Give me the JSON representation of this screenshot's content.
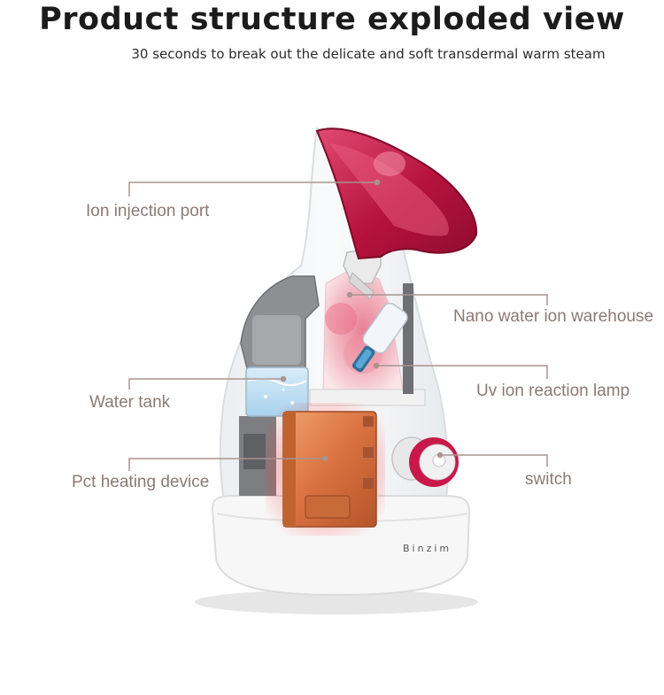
{
  "header": {
    "title": "Product structure exploded view",
    "subtitle": "30 seconds to break out the delicate and soft transdermal warm steam"
  },
  "product": {
    "brand": "Binzim",
    "colors": {
      "accent": "#c8194a",
      "body": "#f3f3f3",
      "heater": "#d9713f",
      "callout_line": "#a89490",
      "label_text": "#8a7a76"
    }
  },
  "callouts": [
    {
      "id": "ion-injection-port",
      "label": "Ion injection port"
    },
    {
      "id": "nano-water-ion-warehouse",
      "label": "Nano water ion warehouse"
    },
    {
      "id": "water-tank",
      "label": "Water tank"
    },
    {
      "id": "uv-ion-reaction-lamp",
      "label": "Uv ion reaction lamp"
    },
    {
      "id": "pct-heating-device",
      "label": "Pct heating device"
    },
    {
      "id": "switch",
      "label": "switch"
    }
  ]
}
